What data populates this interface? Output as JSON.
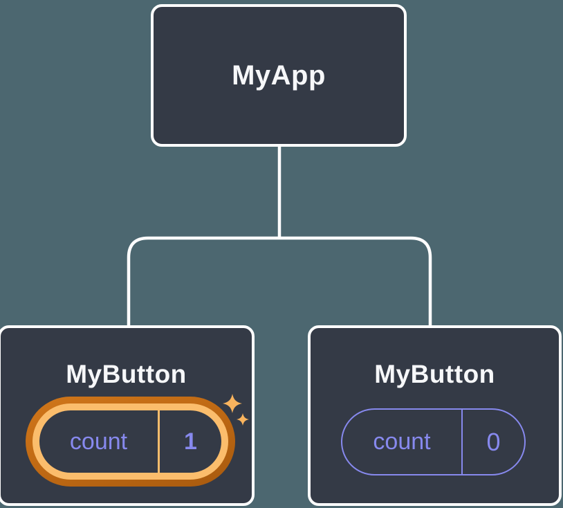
{
  "colors": {
    "background": "#4c6770",
    "node_fill": "#343a46",
    "node_border": "#ffffff",
    "text": "#f6f7f9",
    "state_purple": "#8789ee",
    "highlight_orange_dark": "#c06a14",
    "highlight_orange_light": "#fbbd6c",
    "sparkle_orange": "#f9b45e"
  },
  "tree": {
    "root": {
      "label": "MyApp"
    },
    "children": [
      {
        "label": "MyButton",
        "state": {
          "key": "count",
          "value": "1"
        },
        "highlighted": true
      },
      {
        "label": "MyButton",
        "state": {
          "key": "count",
          "value": "0"
        },
        "highlighted": false
      }
    ]
  }
}
